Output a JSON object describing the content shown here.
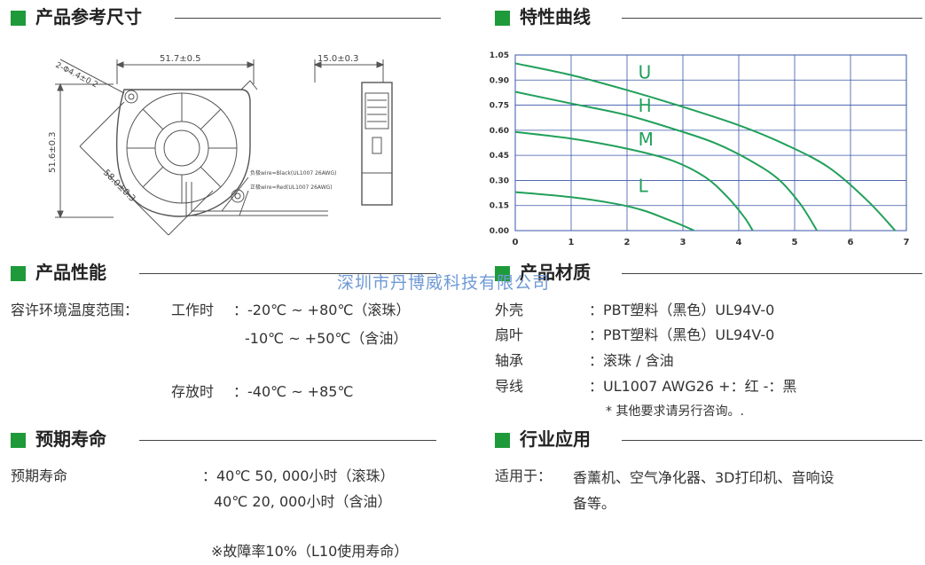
{
  "sections": {
    "dimensions": "产品参考尺寸",
    "curve": "特性曲线",
    "performance": "产品性能",
    "material": "产品材质",
    "life": "预期寿命",
    "application": "行业应用"
  },
  "drawing": {
    "dim_top": "51.7±0.5",
    "dim_side": "15.0±0.3",
    "dim_left": "51.6±0.3",
    "dim_diag": "58.0±0.3",
    "dim_hole": "2-Φ4.4±0.2",
    "wire_black": "负极wire=Black(UL1007 26AWG)",
    "wire_red": "正极wire=Red(UL1007 26AWG)"
  },
  "performance": {
    "label": "容许环境温度范围：",
    "work_label": "工作时",
    "work1": "：-20℃ ~ +80℃（滚珠）",
    "work2": "-10℃ ~ +50℃（含油）",
    "store_label": "存放时",
    "store": "：-40℃ ~ +85℃"
  },
  "life": {
    "label": "预期寿命",
    "line1": "：40℃ 50, 000小时（滚珠）",
    "line2": "40℃ 20, 000小时（含油）",
    "note": "※故障率10%（L10使用寿命）"
  },
  "material": {
    "rows": [
      {
        "k": "外壳",
        "v": "：PBT塑料（黑色）UL94V-0"
      },
      {
        "k": "扇叶",
        "v": "：PBT塑料（黑色）UL94V-0"
      },
      {
        "k": "轴承",
        "v": "：滚珠 / 含油"
      },
      {
        "k": "导线",
        "v": "：UL1007 AWG26 +：红 -：黑"
      }
    ],
    "note": "* 其他要求请另行咨询。."
  },
  "application": {
    "label": "适用于：",
    "line1": "香薰机、空气净化器、3D打印机、音响设",
    "line2": "备等。"
  },
  "watermark": "深圳市丹博威科技有限公司",
  "colors": {
    "accent": "#1f9a3a",
    "curve": "#21a05a",
    "grid": "#3a55a8",
    "watermark": "#6f9ad6"
  },
  "chart_data": {
    "type": "line",
    "x_ticks": [
      "0",
      "1",
      "2",
      "3",
      "4",
      "5",
      "6",
      "7"
    ],
    "y_ticks": [
      "0.00",
      "0.15",
      "0.30",
      "0.45",
      "0.60",
      "0.75",
      "0.90",
      "1.05"
    ],
    "xlim": [
      0,
      7
    ],
    "ylim": [
      0,
      1.05
    ],
    "grid": true,
    "series": [
      {
        "name": "U",
        "x": [
          0,
          1,
          2,
          3,
          4,
          4.8,
          5.6,
          6.3,
          6.8
        ],
        "y": [
          1.0,
          0.93,
          0.84,
          0.74,
          0.63,
          0.52,
          0.38,
          0.18,
          0.0
        ]
      },
      {
        "name": "H",
        "x": [
          0,
          1,
          2,
          3,
          3.6,
          4.2,
          4.7,
          5.1,
          5.4
        ],
        "y": [
          0.83,
          0.76,
          0.69,
          0.59,
          0.52,
          0.42,
          0.31,
          0.16,
          0.0
        ]
      },
      {
        "name": "M",
        "x": [
          0,
          1,
          2,
          2.8,
          3.4,
          3.8,
          4.1,
          4.25
        ],
        "y": [
          0.59,
          0.55,
          0.49,
          0.42,
          0.32,
          0.2,
          0.08,
          0.0
        ]
      },
      {
        "name": "L",
        "x": [
          0,
          1,
          1.8,
          2.3,
          2.7,
          3.0,
          3.2
        ],
        "y": [
          0.23,
          0.2,
          0.16,
          0.12,
          0.07,
          0.03,
          0.0
        ]
      }
    ],
    "label_points": [
      {
        "name": "U",
        "x": 2.2,
        "y": 0.91
      },
      {
        "name": "H",
        "x": 2.2,
        "y": 0.71
      },
      {
        "name": "M",
        "x": 2.2,
        "y": 0.51
      },
      {
        "name": "L",
        "x": 2.2,
        "y": 0.23
      }
    ]
  }
}
